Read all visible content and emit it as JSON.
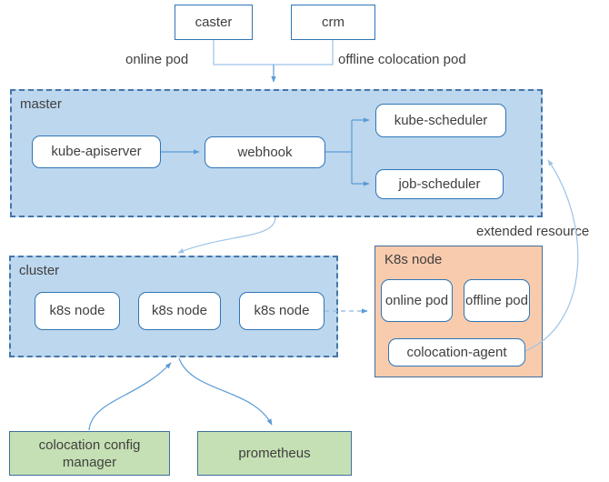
{
  "diagram": {
    "top": {
      "caster": "caster",
      "crm": "crm",
      "online_pod_label": "online pod",
      "offline_colocation_pod_label": "offline colocation pod"
    },
    "master": {
      "label": "master",
      "kube_apiserver": "kube-apiserver",
      "webhook": "webhook",
      "kube_scheduler": "kube-scheduler",
      "job_scheduler": "job-scheduler"
    },
    "cluster": {
      "label": "cluster",
      "node1": "k8s node",
      "node2": "k8s node",
      "node3": "k8s node"
    },
    "k8s_node": {
      "label": "K8s node",
      "online_pod": "online pod",
      "offline_pod": "offline pod",
      "colocation_agent": "colocation-agent"
    },
    "annotations": {
      "extended_resource": "extended resource"
    },
    "bottom": {
      "colocation_config_manager": "colocation config manager",
      "prometheus": "prometheus"
    },
    "colors": {
      "container_fill": "#bdd7ee",
      "container_border": "#4576a9",
      "node_border": "#2e75b6",
      "solid_border": "#3f6f9f",
      "orange_fill": "#f8cbad",
      "green_fill": "#c5e0b4",
      "connector": "#9dc3e6",
      "arrow": "#5b9bd5",
      "text": "#3f3f3f"
    }
  }
}
